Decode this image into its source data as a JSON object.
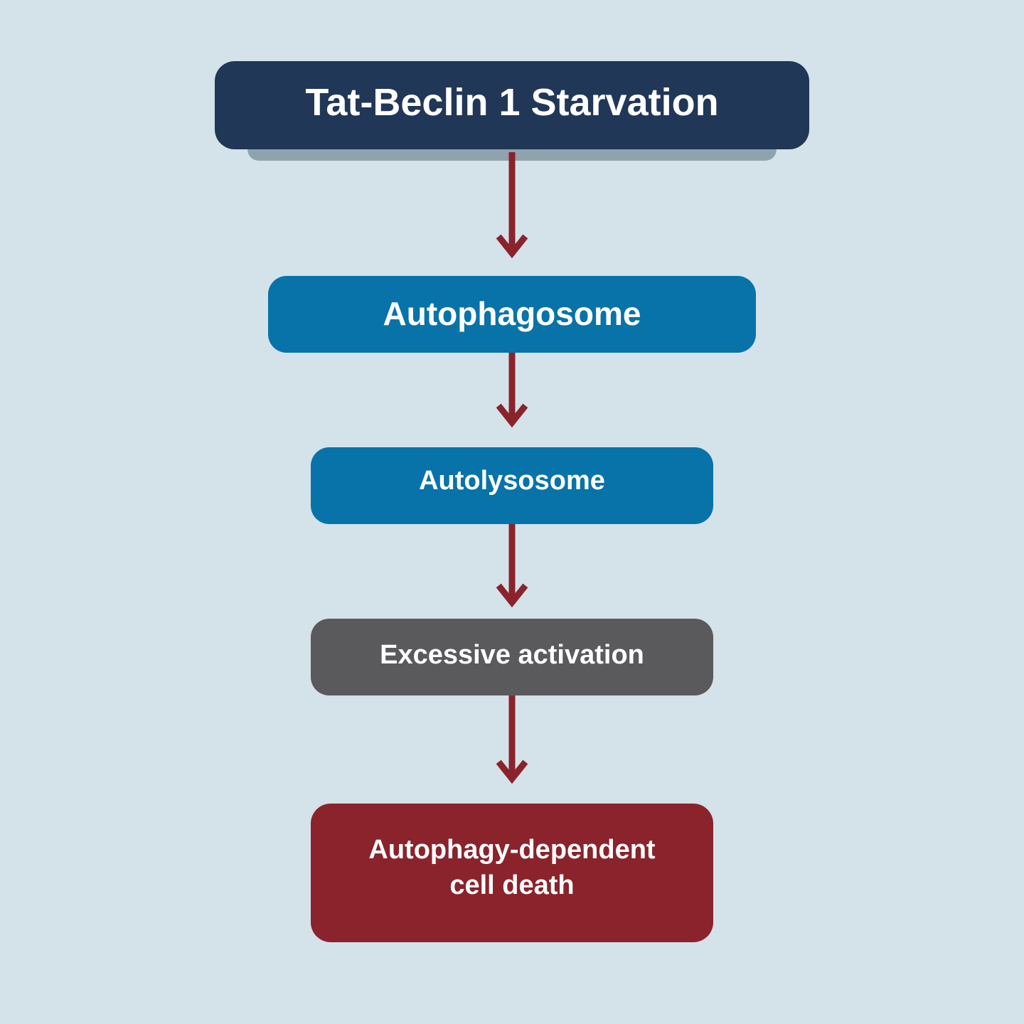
{
  "diagram": {
    "nodes": [
      {
        "id": "start",
        "label": "Tat-Beclin 1 Starvation",
        "color": "#213757"
      },
      {
        "id": "autophagosome",
        "label": "Autophagosome",
        "color": "#0873a8"
      },
      {
        "id": "autolysosome",
        "label": "Autolysosome",
        "color": "#0873a8"
      },
      {
        "id": "excessive",
        "label": "Excessive activation",
        "color": "#5a5a5c"
      },
      {
        "id": "death",
        "label_line1": "Autophagy-dependent",
        "label_line2": "cell death",
        "color": "#8a232b"
      }
    ],
    "edges": [
      {
        "from": "start",
        "to": "autophagosome"
      },
      {
        "from": "autophagosome",
        "to": "autolysosome"
      },
      {
        "from": "autolysosome",
        "to": "excessive"
      },
      {
        "from": "excessive",
        "to": "death"
      }
    ],
    "arrow_color": "#8a232b",
    "background_color": "#d4e2ea",
    "shadow_color": "#8fa3ae"
  }
}
